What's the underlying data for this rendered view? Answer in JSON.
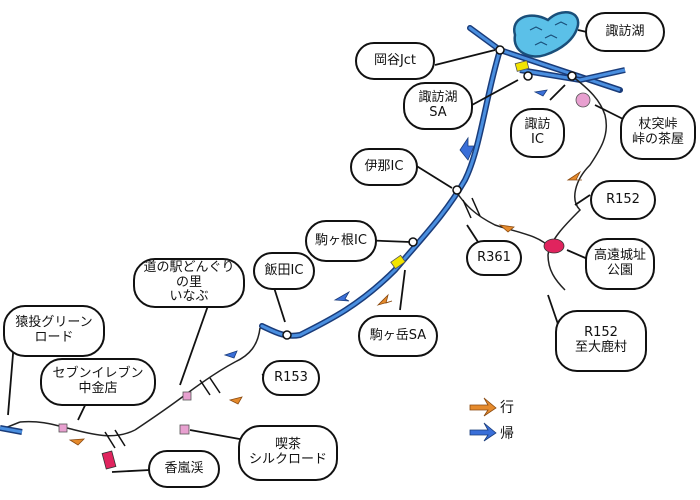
{
  "map": {
    "lake": {
      "label": "諏訪湖",
      "color": "#5bc0e8"
    },
    "colors": {
      "road": "#3a7bd5",
      "outbound_arrow": "#e58a2c",
      "return_arrow": "#3a6fd8",
      "sa_marker": "#f2e400",
      "poi_pink": "#e8a0d0",
      "poi_red": "#e0245e"
    },
    "labels": {
      "okaya_jct": "岡谷Jct",
      "suwako_sa": "諏訪湖\nSA",
      "suwa_ic": "諏訪\nIC",
      "tsuetsuki": "杖突峠\n峠の茶屋",
      "ina_ic": "伊那IC",
      "r152": "R152",
      "komagane_ic": "駒ヶ根IC",
      "r361": "R361",
      "takato": "高遠城址\n公園",
      "iida_ic": "飯田IC",
      "michinoeki": "道の駅どんぐりの里\nいなぶ",
      "komagatake_sa": "駒ヶ岳SA",
      "r152_ohshika": "R152\n至大鹿村",
      "r153": "R153",
      "kotei_green": "猿投グリーン\nロード",
      "seven_eleven": "セブンイレブン\n中金店",
      "kissa_silk": "喫茶\nシルクロード",
      "korankei": "香嵐渓"
    },
    "legend": {
      "outbound": "行",
      "return": "帰"
    }
  }
}
